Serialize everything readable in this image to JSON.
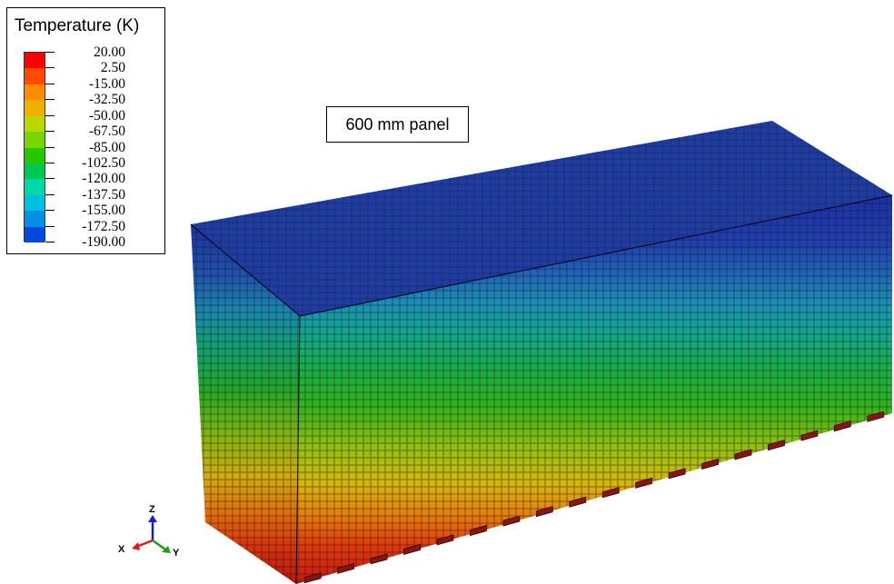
{
  "legend": {
    "title": "Temperature (K)",
    "levels": [
      "20.00",
      "2.50",
      "-15.00",
      "-32.50",
      "-50.00",
      "-67.50",
      "-85.00",
      "-102.50",
      "-120.00",
      "-137.50",
      "-155.00",
      "-172.50",
      "-190.00"
    ],
    "band_colors": [
      "#ff0000",
      "#ff4a00",
      "#ff8c00",
      "#f0b000",
      "#b8d800",
      "#7ad400",
      "#28c800",
      "#00c850",
      "#00d8a8",
      "#00c0e0",
      "#0090e8",
      "#0048e0"
    ]
  },
  "annotation": {
    "panel_label": "600 mm panel"
  },
  "triad": {
    "z_label": "Z",
    "x_label": "X",
    "y_label": "Y",
    "z_color": "#1a1adc",
    "x_color": "#e01a1a",
    "y_color": "#1aa01a"
  },
  "model": {
    "top_face_color": "#1f3fa8",
    "mesh_line_color": "#1a1a1a"
  }
}
